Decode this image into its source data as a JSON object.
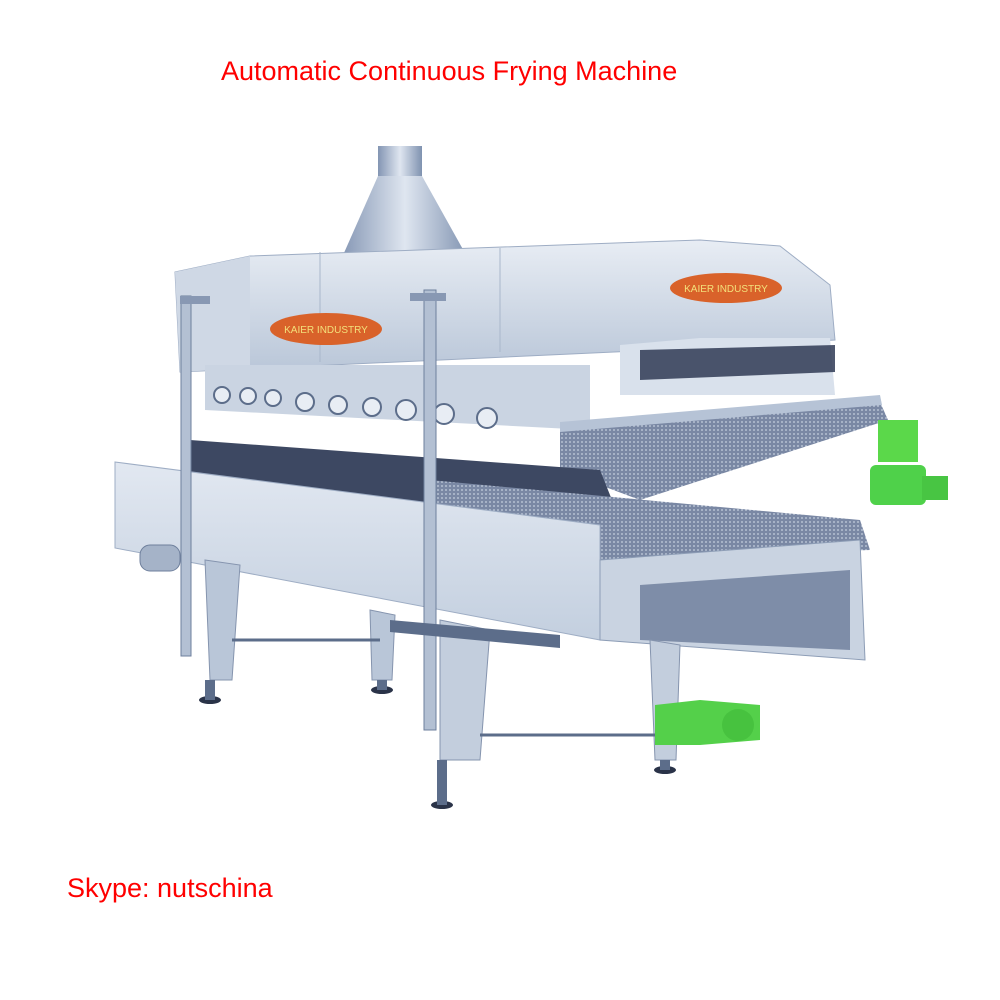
{
  "page": {
    "title": "Automatic Continuous Frying Machine",
    "contact": "Skype: nutschina"
  },
  "photo": {
    "subject": "continuous-frying-machine",
    "logos": [
      {
        "text": "KAIER  INDUSTRY",
        "color": "#d9622a"
      },
      {
        "text": "KAIER  INDUSTRY",
        "color": "#d9622a"
      }
    ],
    "colors": {
      "steel_light": "#dde4ee",
      "steel_mid": "#b6c3d6",
      "steel_dark": "#5c6d8a",
      "belt": "#4a5672",
      "motor_green": "#4fd14a",
      "text_red": "#ff0000"
    }
  }
}
